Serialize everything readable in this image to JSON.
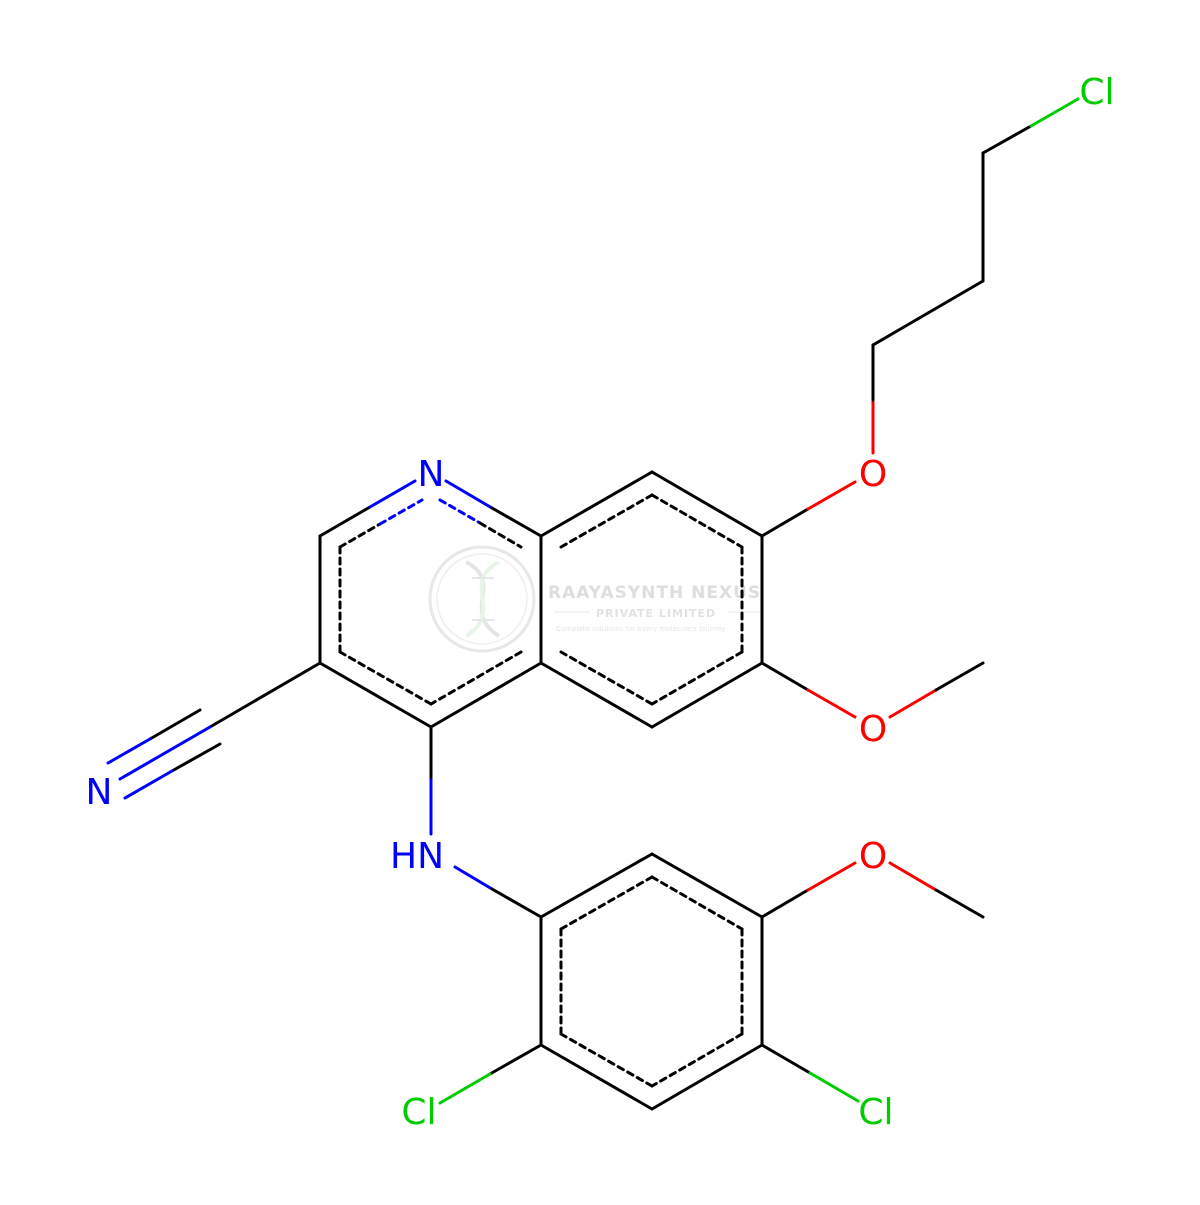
{
  "colors": {
    "bond": "#000000",
    "nitrogen": "#0000FF",
    "oxygen": "#FF0000",
    "chlorine": "#00CC00",
    "watermark": "#c9c9c9"
  },
  "atoms": {
    "n_ring": "N",
    "n_nitrile": "N",
    "nh": "HN",
    "o_propoxy": "O",
    "o_methoxy_quin": "O",
    "o_methoxy_phenyl": "O",
    "cl_chain": "Cl",
    "cl_left": "Cl",
    "cl_right": "Cl"
  },
  "watermark": {
    "title": "RAAYASYNTH NEXUS",
    "subtitle": "PRIVATE LIMITED",
    "tagline": "Complete solutions for every molecule's journey",
    "logo": "dna-helix-logo"
  }
}
